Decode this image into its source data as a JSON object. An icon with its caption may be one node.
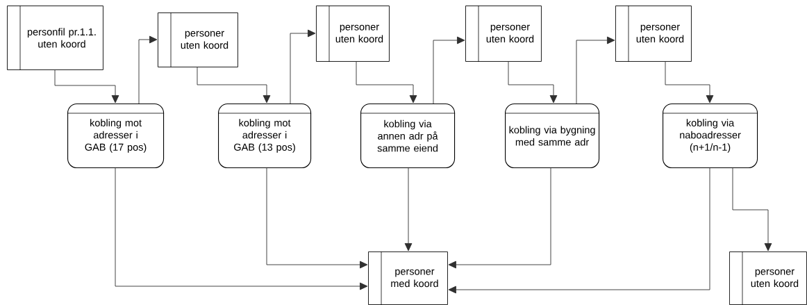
{
  "diagram": {
    "nodes": [
      {
        "text": [
          "personfil pr.1.1. uten koord"
        ]
      },
      {
        "text": [
          "kobling mot adresser i GAB (17 pos)"
        ]
      },
      {
        "text": [
          "personer uten koord"
        ]
      },
      {
        "text": [
          "kobling mot adresser i GAB (13 pos)"
        ]
      },
      {
        "text": [
          "personer uten koord"
        ]
      },
      {
        "text": [
          "kobling via annen adr på samme eiend"
        ]
      },
      {
        "text": [
          "personer uten koord"
        ]
      },
      {
        "text": [
          "kobling via bygning med samme adr"
        ]
      },
      {
        "text": [
          "personer uten koord"
        ]
      },
      {
        "text": [
          "kobling via naboadresser (n+1/n-1)"
        ]
      },
      {
        "text": [
          "personer med koord"
        ]
      },
      {
        "text": [
          "personer uten koord"
        ]
      }
    ],
    "edges": [
      {
        "from": 0,
        "to": 1,
        "arrow": "to"
      },
      {
        "from": 1,
        "to": 2,
        "arrow": "to"
      },
      {
        "from": 2,
        "to": 3,
        "arrow": "to"
      },
      {
        "from": 3,
        "to": 4,
        "arrow": "to"
      },
      {
        "from": 4,
        "to": 5,
        "arrow": "to"
      },
      {
        "from": 5,
        "to": 6,
        "arrow": "to"
      },
      {
        "from": 6,
        "to": 7,
        "arrow": "to"
      },
      {
        "from": 7,
        "to": 8,
        "arrow": "to"
      },
      {
        "from": 8,
        "to": 9,
        "arrow": "to"
      },
      {
        "from": 1,
        "to": 10,
        "arrow": "to"
      },
      {
        "from": 3,
        "to": 10,
        "arrow": "to"
      },
      {
        "from": 5,
        "to": 10,
        "arrow": "to"
      },
      {
        "from": 7,
        "to": 10,
        "arrow": "to"
      },
      {
        "from": 9,
        "to": 10,
        "arrow": "to"
      },
      {
        "from": 9,
        "to": 11,
        "arrow": "to"
      }
    ]
  }
}
